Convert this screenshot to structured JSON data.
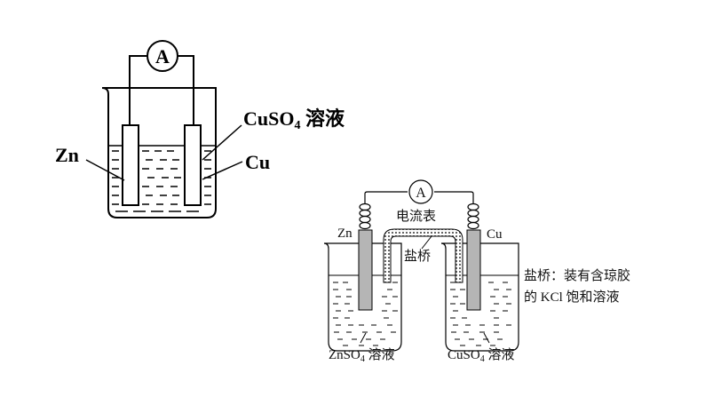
{
  "diagram1": {
    "ammeter": "A",
    "left_electrode": "Zn",
    "right_electrode": "Cu",
    "solution_main": "CuSO",
    "solution_sub": "4",
    "solution_suffix": " 溶液"
  },
  "diagram2": {
    "ammeter": "A",
    "ammeter_label": "电流表",
    "left_electrode": "Zn",
    "right_electrode": "Cu",
    "salt_bridge_label": "盐桥",
    "left_solution_main": "ZnSO",
    "left_solution_sub": "4",
    "left_solution_suffix": " 溶液",
    "right_solution_main": "CuSO",
    "right_solution_sub": "4",
    "right_solution_suffix": " 溶液",
    "note_line1": "盐桥：装有含琼胶",
    "note_line2": "的 KCl 饱和溶液"
  }
}
